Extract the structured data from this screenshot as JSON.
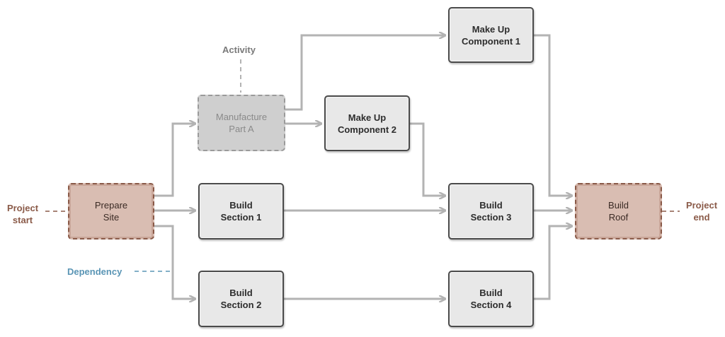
{
  "nodes": {
    "prepare_site": "Prepare\nSite",
    "manufacture_part_a": "Manufacture\nPart A",
    "make_up_component_1": "Make Up\nComponent 1",
    "make_up_component_2": "Make Up\nComponent 2",
    "build_section_1": "Build\nSection 1",
    "build_section_2": "Build\nSection 2",
    "build_section_3": "Build\nSection 3",
    "build_section_4": "Build\nSection 4",
    "build_roof": "Build\nRoof"
  },
  "annotations": {
    "project_start": "Project\nstart",
    "project_end": "Project\nend",
    "activity": "Activity",
    "dependency": "Dependency"
  },
  "colors": {
    "arrow": "#b3b3b3",
    "milestone_fill": "#d9bdb2",
    "milestone_border": "#8a5a48",
    "start_end_text": "#8a5a48",
    "dependency_text": "#5a95b5",
    "activity_text": "#7a7a7a"
  }
}
